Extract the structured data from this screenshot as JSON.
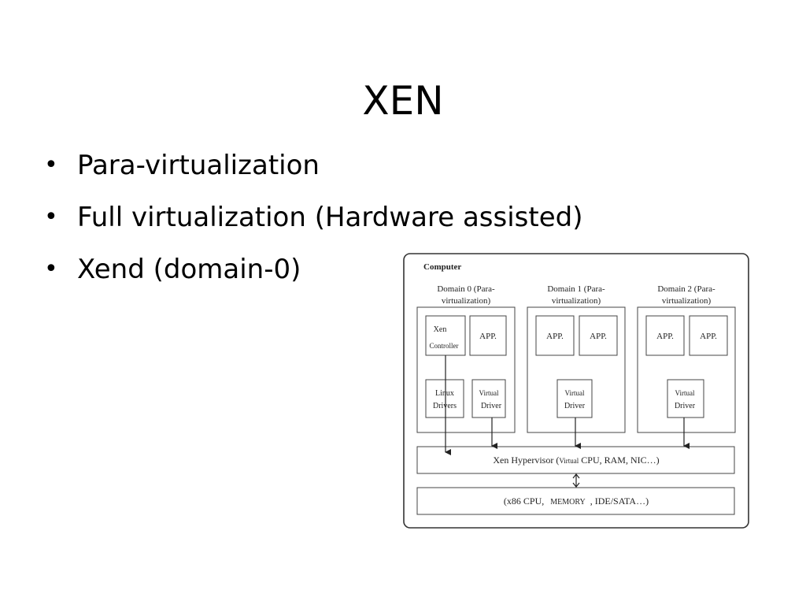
{
  "slide": {
    "title": "XEN",
    "bullets": [
      "Para-virtualization",
      "Full virtualization (Hardware assisted)",
      "Xend (domain-0)"
    ]
  },
  "diagram": {
    "computer_label": "Computer",
    "domains": [
      {
        "title_line1": "Domain 0 (Para-",
        "title_line2": "virtualization)",
        "xen_controller_line1": "Xen",
        "xen_controller_line2": "Controller",
        "app": "APP.",
        "linux_drivers_line1": "Linux",
        "linux_drivers_line2": "Drivers",
        "virtual_driver_line1": "Virtual",
        "virtual_driver_line2": "Driver"
      },
      {
        "title_line1": "Domain 1 (Para-",
        "title_line2": "virtualization)",
        "app_left": "APP.",
        "app_right": "APP.",
        "virtual_driver_line1": "Virtual",
        "virtual_driver_line2": "Driver"
      },
      {
        "title_line1": "Domain 2 (Para-",
        "title_line2": "virtualization)",
        "app_left": "APP.",
        "app_right": "APP.",
        "virtual_driver_line1": "Virtual",
        "virtual_driver_line2": "Driver"
      }
    ],
    "hypervisor": {
      "prefix": "Xen Hypervisor (",
      "virtual": "Virtual",
      "suffix": " CPU, RAM, NIC…)"
    },
    "hardware": {
      "part1": "(x86 CPU,",
      "memory": "MEMORY",
      "part2": ", IDE/SATA…)"
    }
  }
}
